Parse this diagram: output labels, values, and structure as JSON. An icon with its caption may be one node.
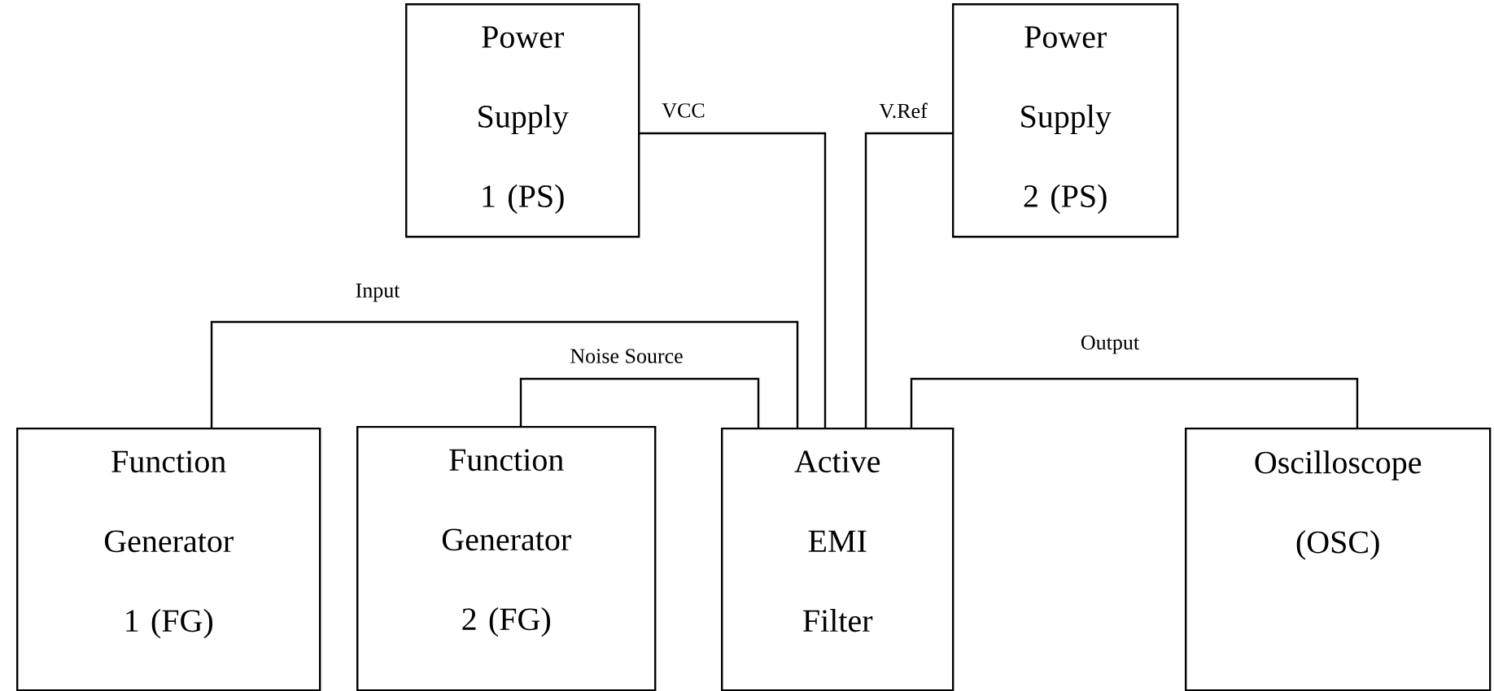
{
  "diagram": {
    "nodes": [
      {
        "text": [
          "Power Supply 1 (PS)"
        ]
      },
      {
        "text": [
          "Power Supply 2 (PS)"
        ]
      },
      {
        "text": [
          "Function Generator 1 (FG)"
        ]
      },
      {
        "text": [
          "Function Generator 2 (FG)"
        ]
      },
      {
        "text": [
          "Active EMI Filter"
        ]
      },
      {
        "text": [
          "Oscilloscope (OSC)"
        ]
      }
    ],
    "edges": [
      {
        "from": 0,
        "to": 4,
        "arrow": "none",
        "label": "VCC"
      },
      {
        "from": 1,
        "to": 4,
        "arrow": "none",
        "label": "V.Ref"
      },
      {
        "from": 2,
        "to": 4,
        "arrow": "none",
        "label": "Input"
      },
      {
        "from": 3,
        "to": 4,
        "arrow": "none",
        "label": "Noise Source"
      },
      {
        "from": 4,
        "to": 5,
        "arrow": "none",
        "label": "Output"
      }
    ]
  }
}
